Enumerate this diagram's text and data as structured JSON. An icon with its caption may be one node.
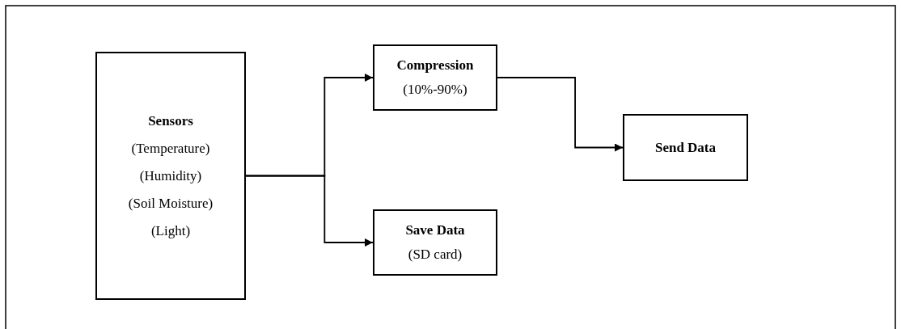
{
  "diagram": {
    "nodes": [
      {
        "text": [
          "Sensors",
          "(Temperature)",
          "(Humidity)",
          "(Soil Moisture)",
          "(Light)"
        ]
      },
      {
        "text": [
          "Compression",
          "(10%-90%)"
        ]
      },
      {
        "text": [
          "Save Data",
          "(SD card)"
        ]
      },
      {
        "text": [
          "Send Data"
        ]
      }
    ],
    "edges": [
      {
        "from": 0,
        "to": 1,
        "arrow": "to"
      },
      {
        "from": 0,
        "to": 2,
        "arrow": "to"
      },
      {
        "from": 1,
        "to": 3,
        "arrow": "to"
      }
    ]
  }
}
